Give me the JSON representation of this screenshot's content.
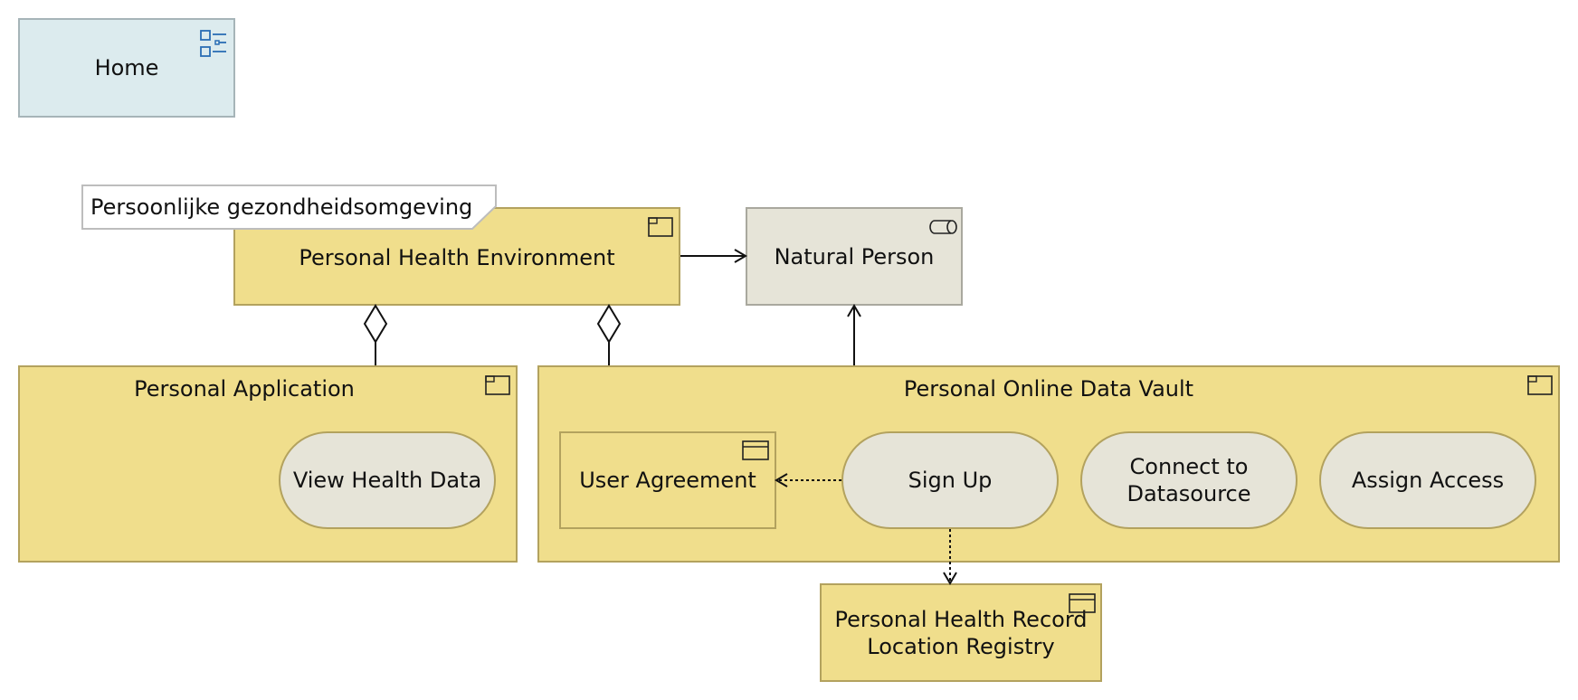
{
  "home": {
    "label": "Home"
  },
  "note": {
    "text": "Persoonlijke gezondheidsomgeving"
  },
  "nodes": {
    "phe": "Personal Health Environment",
    "natural_person": "Natural Person",
    "personal_application": "Personal Application",
    "view_health_data": "View Health Data",
    "pod": "Personal Online Data Vault",
    "user_agreement": "User Agreement",
    "sign_up": "Sign Up",
    "connect_line1": "Connect to",
    "connect_line2": "Datasource",
    "assign_access": "Assign Access",
    "registry_line1": "Personal Health Record",
    "registry_line2": "Location Registry"
  },
  "colors": {
    "application": "#f0de8c",
    "actor": "#e6e4d8",
    "home": "#dcebee"
  }
}
